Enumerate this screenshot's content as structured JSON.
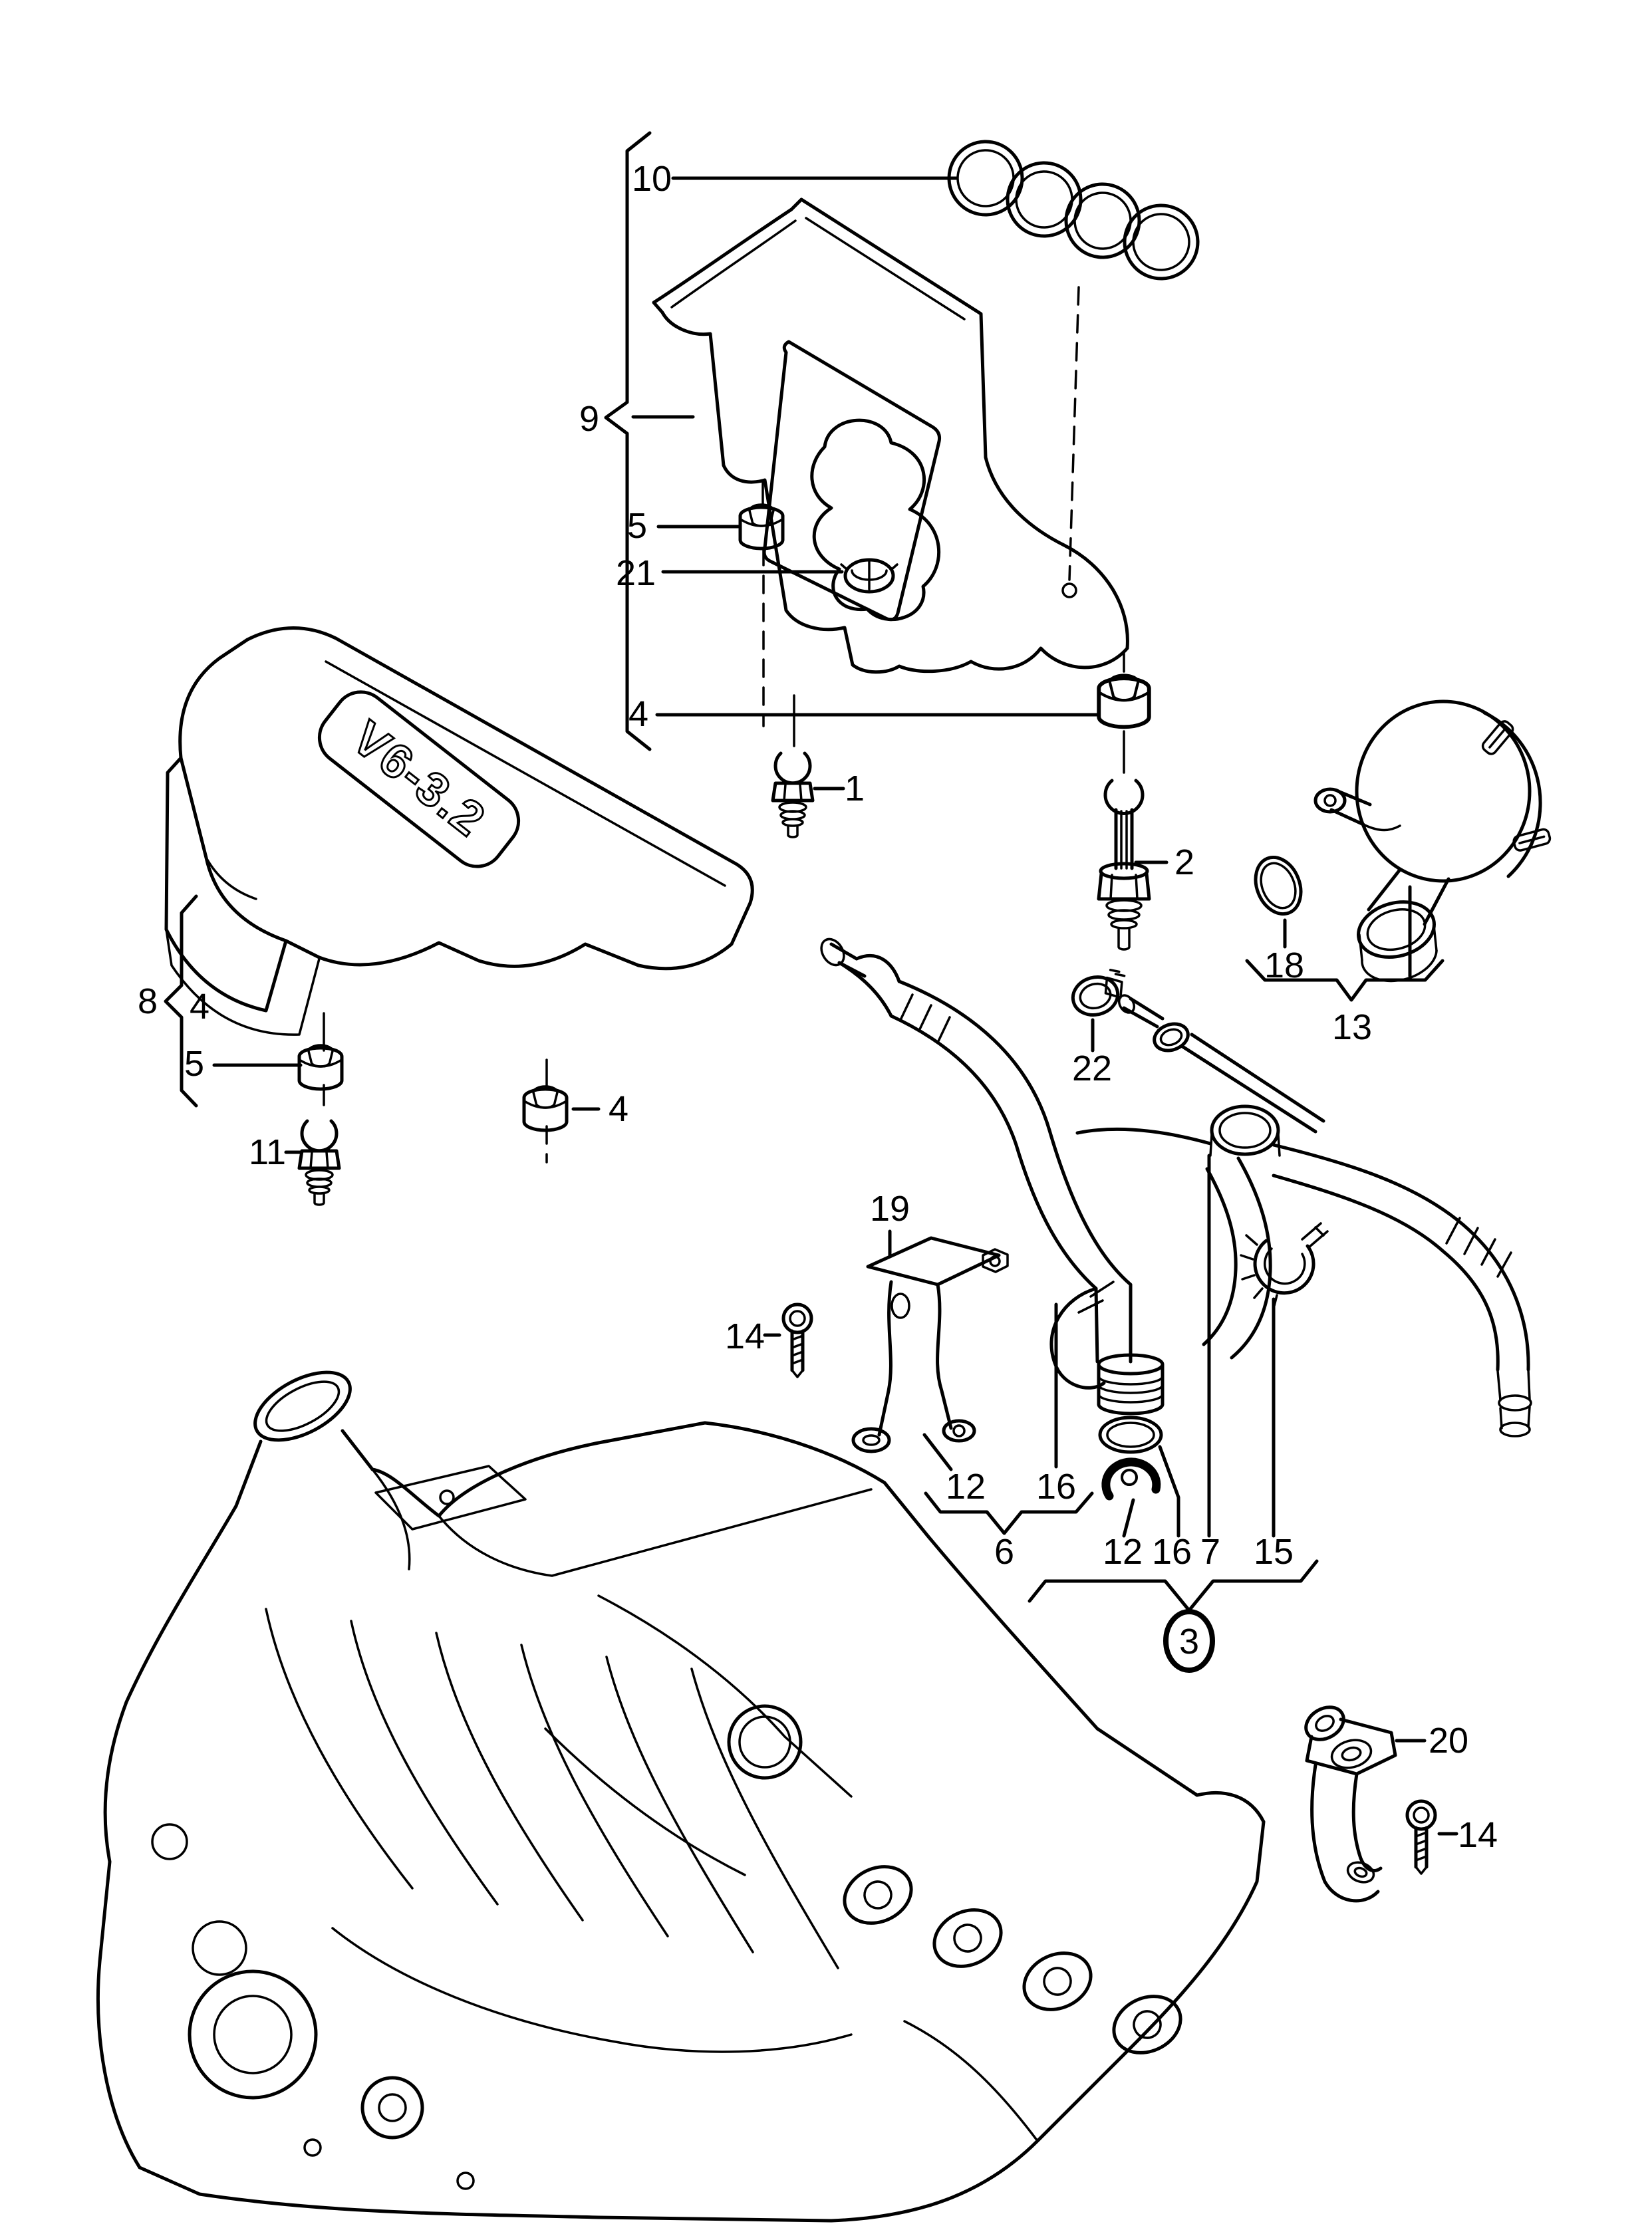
{
  "diagram": {
    "type": "exploded-parts-diagram",
    "subject": "engine covers and breather hose assembly",
    "badge_text": "V6-3.2"
  },
  "colors": {
    "accent": "#e01212",
    "line": "#000000",
    "background": "#ffffff"
  },
  "highlighted_item": {
    "number": "3",
    "style": "red-circle"
  },
  "callouts": {
    "c1": "1",
    "c2": "2",
    "c3": "3",
    "c4_top": "4",
    "c4_left_bracket": "4",
    "c4_left_side": "4",
    "c5_top": "5",
    "c5_left": "5",
    "c6": "6",
    "c7": "7",
    "c8": "8",
    "c9": "9",
    "c10": "10",
    "c11": "11",
    "c12_a": "12",
    "c12_b": "12",
    "c13": "13",
    "c14_left": "14",
    "c14_right": "14",
    "c15": "15",
    "c16_a": "16",
    "c16_b": "16",
    "c18": "18",
    "c19": "19",
    "c20": "20",
    "c21": "21",
    "c22": "22"
  }
}
